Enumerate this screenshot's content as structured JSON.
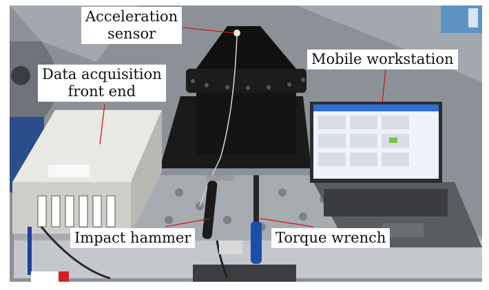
{
  "labels": {
    "acceleration_sensor": [
      "Acceleration",
      "sensor"
    ],
    "mobile_workstation": "Mobile workstation",
    "data_acquisition": [
      "Data acquisition",
      "front end"
    ],
    "impact_hammer": "Impact hammer",
    "torque_wrench": "Torque wrench"
  },
  "colors": {
    "annotation_line": "#d01818",
    "tarp": "#8b9096",
    "fixture": "#111111",
    "table_plate": "#a9aeb3",
    "daq_box": "#dcdcd6",
    "laptop": "#4a4d52",
    "screen": "#eef3fa"
  },
  "icons": {
    "sensor": "sensor-icon",
    "hammer": "impact-hammer-icon",
    "wrench": "torque-wrench-icon"
  }
}
